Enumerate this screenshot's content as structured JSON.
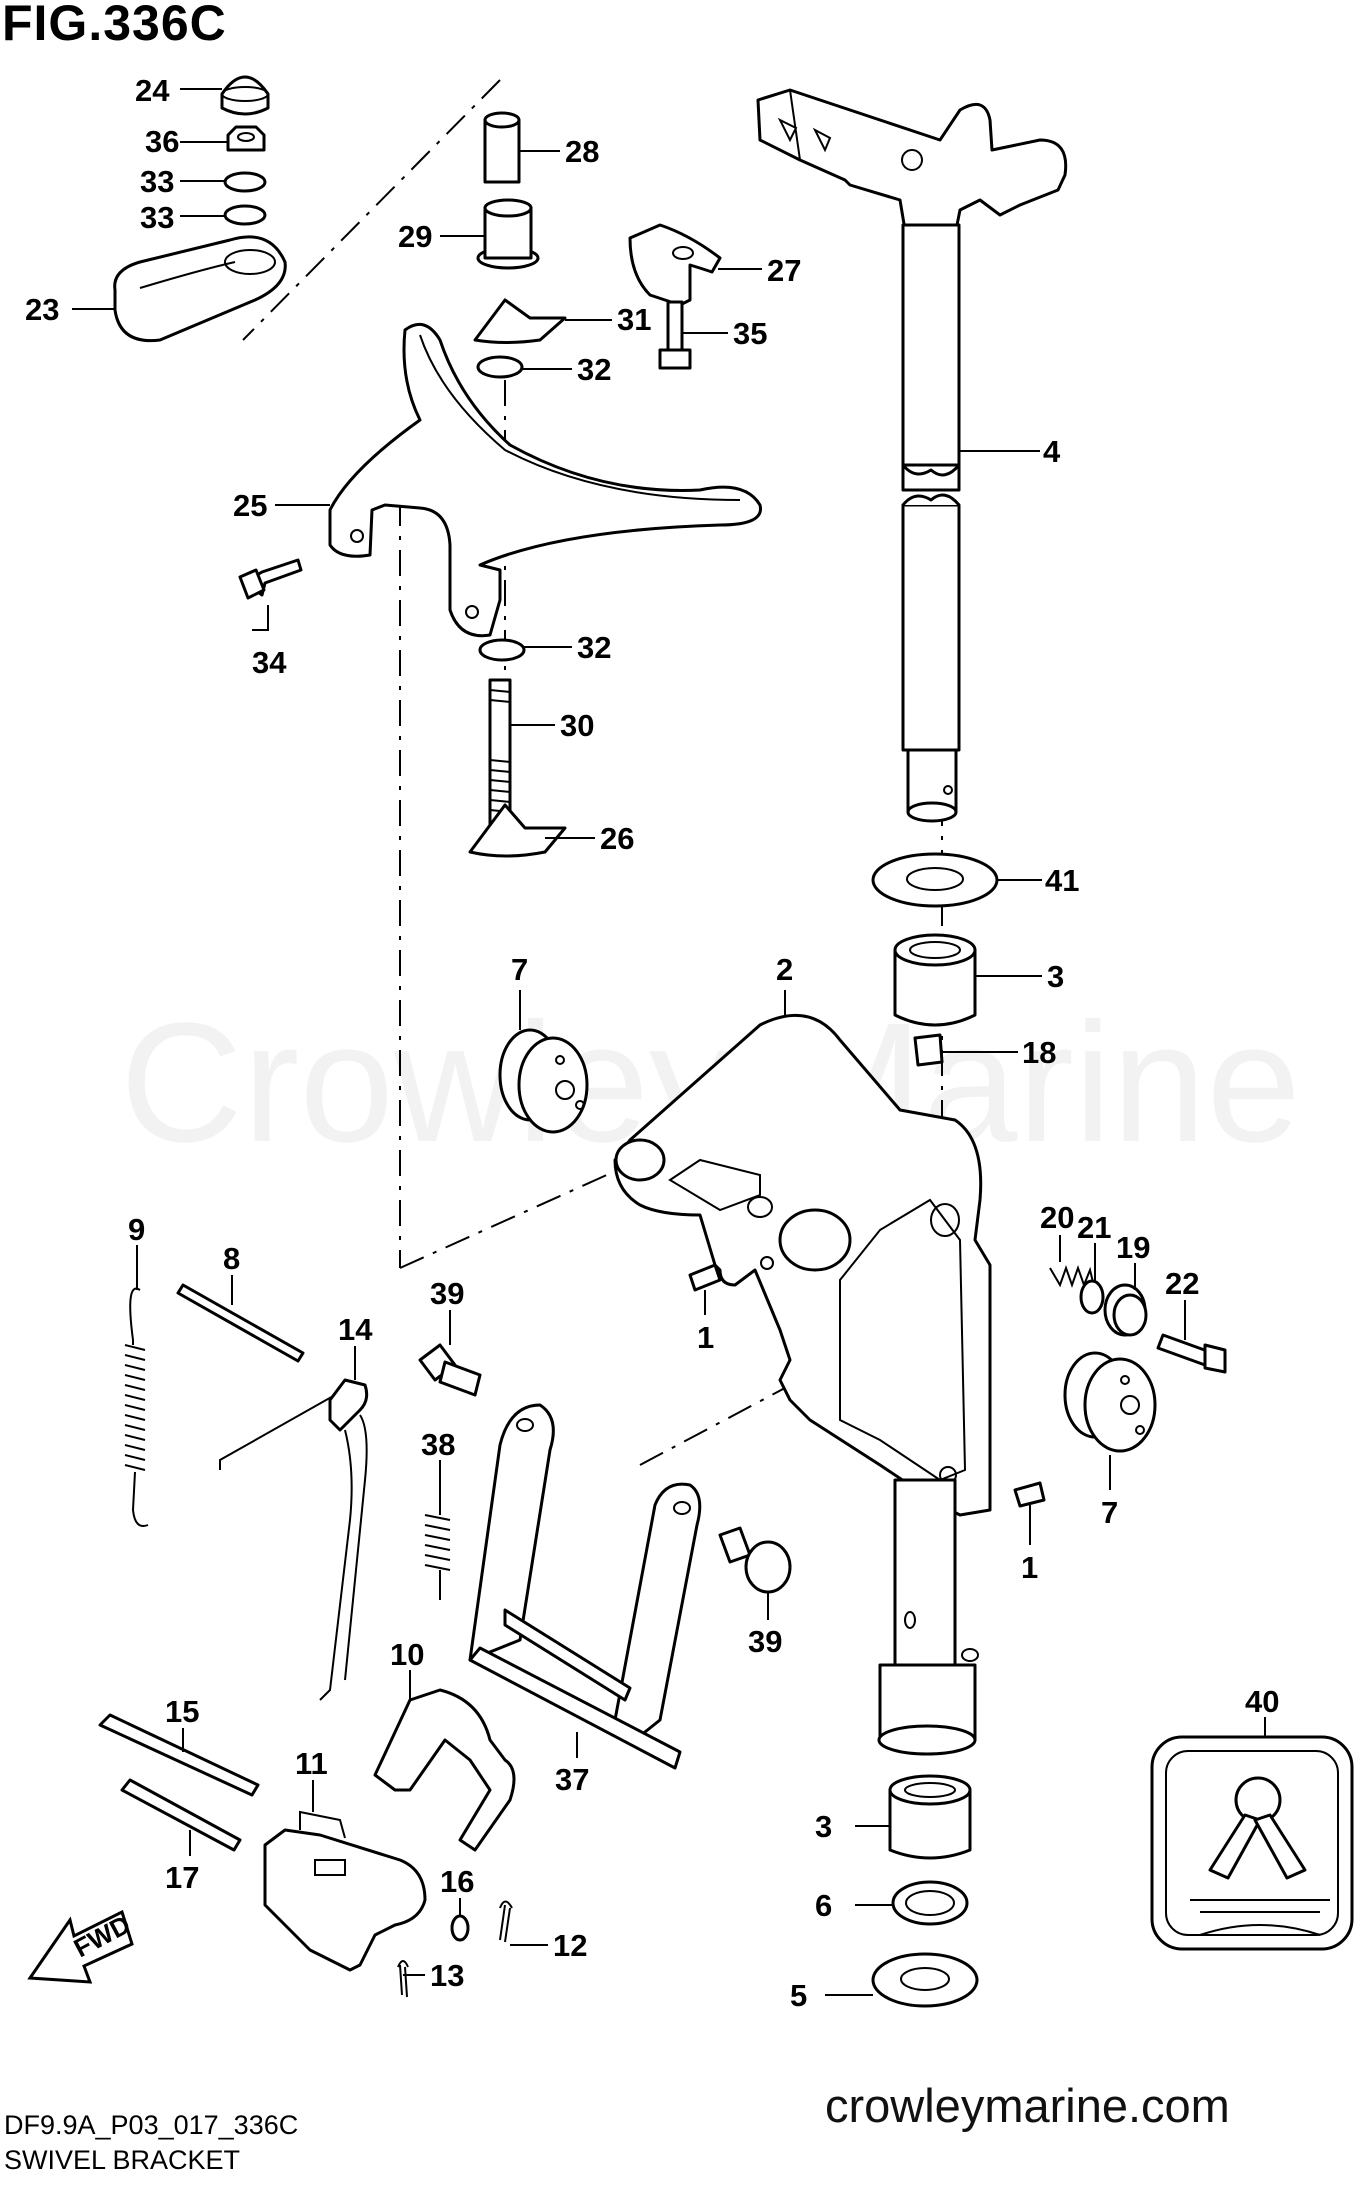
{
  "figure": {
    "title": "FIG.336C",
    "code": "DF9.9A_P03_017_336C",
    "caption": "SWIVEL BRACKET",
    "website": "crowleymarine.com",
    "watermark": "Crowley Marine"
  },
  "callouts": {
    "p1a": "1",
    "p1b": "1",
    "p2": "2",
    "p3a": "3",
    "p3b": "3",
    "p4": "4",
    "p5": "5",
    "p6": "6",
    "p7a": "7",
    "p7b": "7",
    "p8": "8",
    "p9": "9",
    "p10": "10",
    "p11": "11",
    "p12": "12",
    "p13": "13",
    "p14": "14",
    "p15": "15",
    "p16": "16",
    "p17": "17",
    "p18": "18",
    "p19": "19",
    "p20": "20",
    "p21": "21",
    "p22": "22",
    "p23": "23",
    "p24": "24",
    "p25": "25",
    "p26": "26",
    "p27": "27",
    "p28": "28",
    "p29": "29",
    "p30": "30",
    "p31": "31",
    "p32a": "32",
    "p32b": "32",
    "p33a": "33",
    "p33b": "33",
    "p34": "34",
    "p35": "35",
    "p36": "36",
    "p37": "37",
    "p38": "38",
    "p39a": "39",
    "p39b": "39",
    "p40": "40",
    "p41": "41"
  },
  "fwd_label": "FWD"
}
